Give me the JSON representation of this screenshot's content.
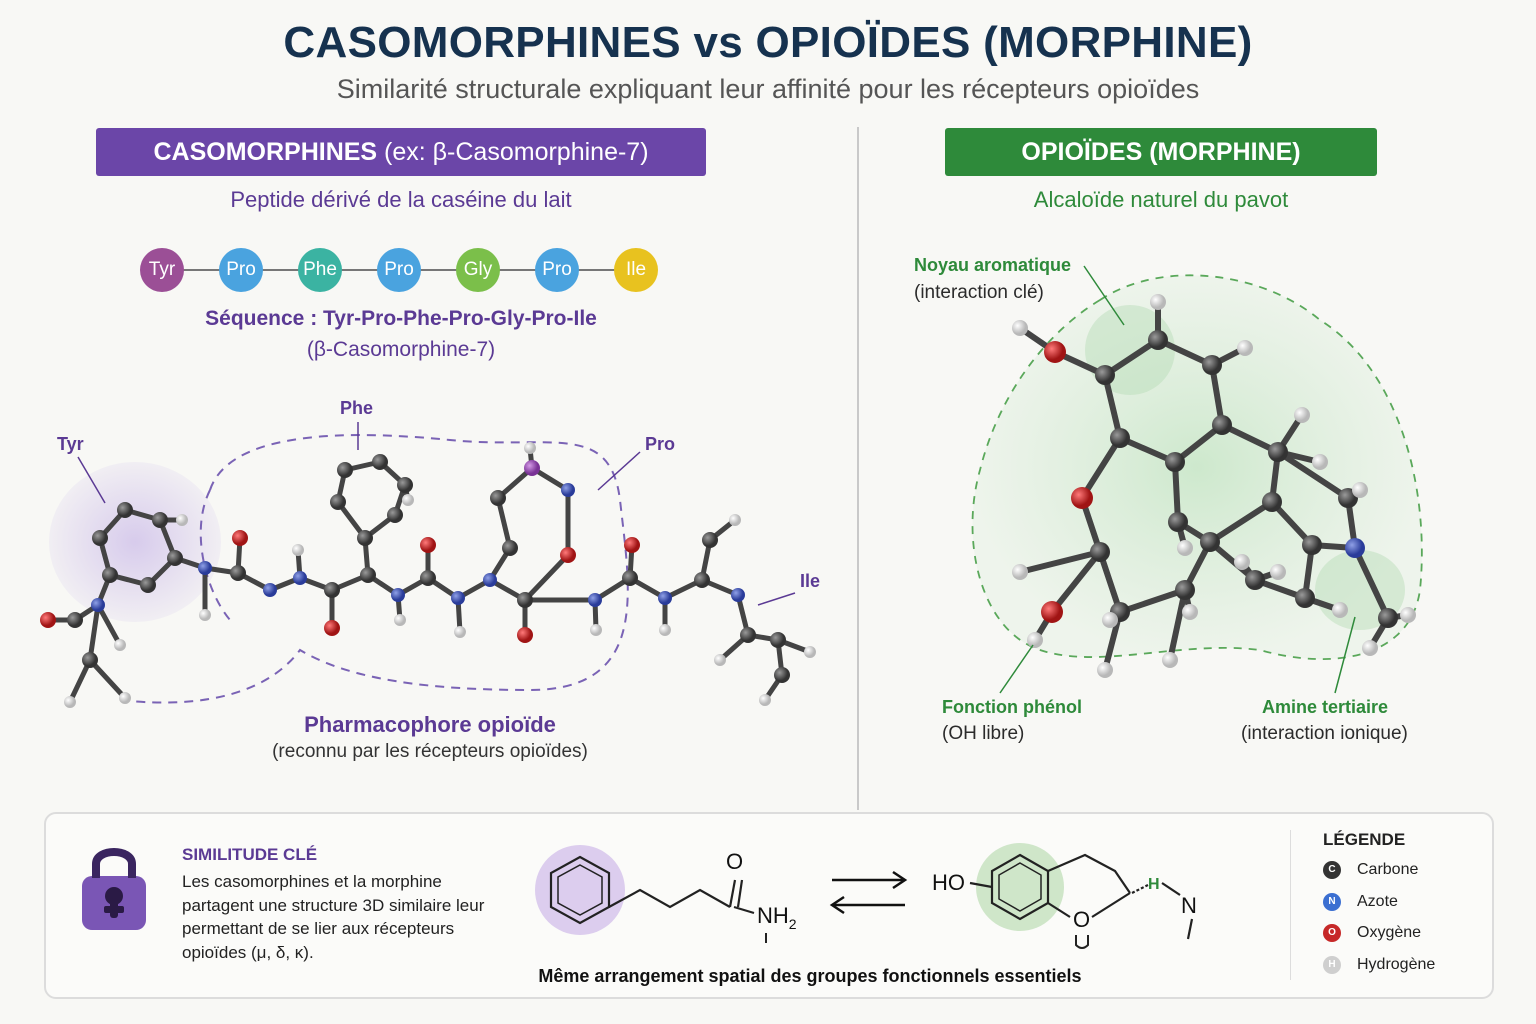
{
  "title": "CASOMORPHINES vs OPIOÏDES (MORPHINE)",
  "subtitle": "Similarité structurale expliquant leur affinité pour les récepteurs opioïdes",
  "left": {
    "header_main": "CASOMORPHINES",
    "header_detail": " (ex: β-Casomorphine-7)",
    "subheader": "Peptide dérivé de la caséine du lait",
    "sequence": [
      {
        "label": "Tyr",
        "color": "#9b4f96"
      },
      {
        "label": "Pro",
        "color": "#4aa3df"
      },
      {
        "label": "Phe",
        "color": "#3bb3a2"
      },
      {
        "label": "Pro",
        "color": "#4aa3df"
      },
      {
        "label": "Gly",
        "color": "#7bbf4a"
      },
      {
        "label": "Pro",
        "color": "#4aa3df"
      },
      {
        "label": "Ile",
        "color": "#e8c21f"
      }
    ],
    "sequence_label": "Séquence : Tyr-Pro-Phe-Pro-Gly-Pro-Ile",
    "sequence_sub": "(β-Casomorphine-7)",
    "residue_labels": {
      "tyr": "Tyr",
      "phe": "Phe",
      "pro": "Pro",
      "ile": "Ile"
    },
    "pharmacophore_title": "Pharmacophore opioïde",
    "pharmacophore_sub": "(reconnu par les récepteurs opioïdes)"
  },
  "right": {
    "header": "OPIOÏDES (MORPHINE)",
    "subheader": "Alcaloïde naturel du pavot",
    "noyau_title": "Noyau aromatique",
    "noyau_sub": "(interaction clé)",
    "phenol_title": "Fonction phénol",
    "phenol_sub": "(OH libre)",
    "amine_title": "Amine tertiaire",
    "amine_sub": "(interaction ionique)"
  },
  "bottom": {
    "sim_title": "SIMILITUDE CLÉ",
    "sim_text": "Les casomorphines et la morphine partagent une structure 3D similaire leur permettant de se lier aux récepteurs opioïdes (μ, δ, κ).",
    "formula_left_o": "O",
    "formula_left_nh2": "NH",
    "formula_left_sub": "2",
    "formula_right_ho": "HO",
    "formula_right_o": "O",
    "formula_right_n": "N",
    "formula_right_h": "H",
    "caption": "Même arrangement spatial des groupes fonctionnels essentiels"
  },
  "legend": {
    "title": "LÉGENDE",
    "items": [
      {
        "symbol": "C",
        "label": "Carbone",
        "color": "#333333"
      },
      {
        "symbol": "N",
        "label": "Azote",
        "color": "#3b6fd1"
      },
      {
        "symbol": "O",
        "label": "Oxygène",
        "color": "#c62828"
      },
      {
        "symbol": "H",
        "label": "Hydrogène",
        "color": "#cfcfcf"
      }
    ]
  },
  "colors": {
    "casomorphine": "#6b46a8",
    "morphine": "#2e8a3a",
    "carbon": "#4a4a4a",
    "nitrogen": "#3b4fb0",
    "oxygen": "#c62828",
    "hydrogen": "#e3e3e3"
  }
}
